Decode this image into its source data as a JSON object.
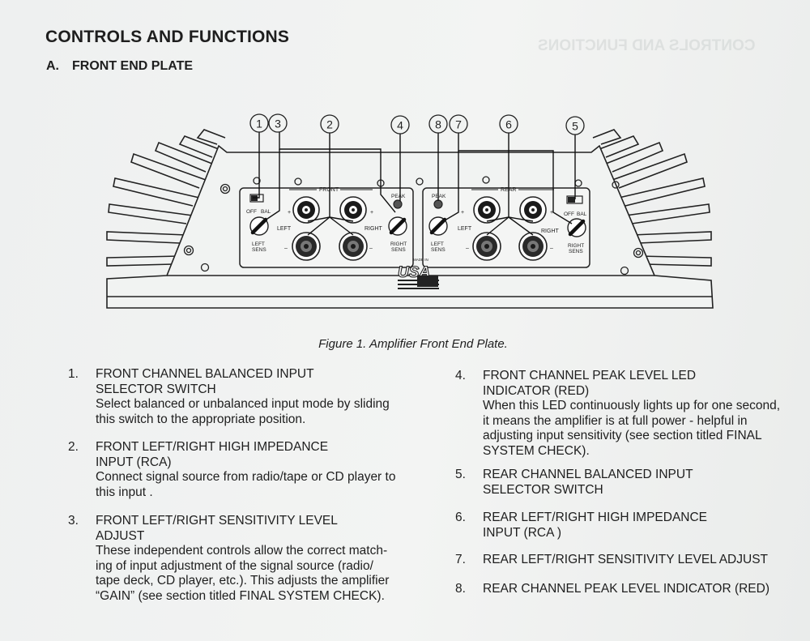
{
  "header": {
    "title": "CONTROLS AND FUNCTIONS",
    "section_letter": "A.",
    "section_title": "FRONT END PLATE"
  },
  "diagram": {
    "callouts": [
      "1",
      "3",
      "2",
      "4",
      "8",
      "7",
      "6",
      "5"
    ],
    "panel_labels": {
      "front": "FRONT",
      "rear": "REAR",
      "peak": "PEAK",
      "off": "OFF",
      "bal": "BAL",
      "left": "LEFT",
      "right": "RIGHT",
      "plus": "+",
      "minus": "–",
      "left_sens_1": "LEFT",
      "left_sens_2": "SENS",
      "right_sens_1": "RIGHT",
      "right_sens_2": "SENS",
      "made_in": "MADE IN",
      "usa": "USA"
    },
    "caption": "Figure 1. Amplifier Front End Plate."
  },
  "items_left": [
    {
      "num": "1.",
      "title_lines": [
        "FRONT CHANNEL BALANCED INPUT",
        "SELECTOR SWITCH"
      ],
      "desc_lines": [
        "Select balanced or unbalanced input mode by sliding",
        "this switch to the appropriate position."
      ]
    },
    {
      "num": "2.",
      "title_lines": [
        "FRONT LEFT/RIGHT HIGH IMPEDANCE",
        "INPUT (RCA)"
      ],
      "desc_lines": [
        "Connect signal source from radio/tape or CD player to",
        "this input ."
      ]
    },
    {
      "num": "3.",
      "title_lines": [
        "FRONT LEFT/RIGHT SENSITIVITY LEVEL",
        "ADJUST"
      ],
      "desc_lines": [
        "These independent controls allow the correct match-",
        "ing of input adjustment of the signal source (radio/",
        "tape deck, CD player, etc.). This adjusts the amplifier",
        "“GAIN” (see section titled FINAL SYSTEM CHECK)."
      ]
    }
  ],
  "items_right": [
    {
      "num": "4.",
      "title_lines": [
        "FRONT CHANNEL PEAK LEVEL LED",
        "INDICATOR (RED)"
      ],
      "desc_lines": [
        "When this LED continuously lights up for one second,",
        "it means the amplifier is at full power - helpful in",
        "adjusting input sensitivity (see section titled FINAL",
        "SYSTEM CHECK)."
      ]
    },
    {
      "num": "5.",
      "title_lines": [
        "REAR CHANNEL BALANCED INPUT",
        "SELECTOR SWITCH"
      ],
      "desc_lines": []
    },
    {
      "num": "6.",
      "title_lines": [
        "REAR LEFT/RIGHT HIGH IMPEDANCE",
        "INPUT (RCA )"
      ],
      "desc_lines": []
    },
    {
      "num": "7.",
      "title_lines": [
        "REAR LEFT/RIGHT SENSITIVITY LEVEL ADJUST"
      ],
      "desc_lines": []
    },
    {
      "num": "8.",
      "title_lines": [
        "REAR CHANNEL PEAK LEVEL INDICATOR (RED)"
      ],
      "desc_lines": []
    }
  ]
}
